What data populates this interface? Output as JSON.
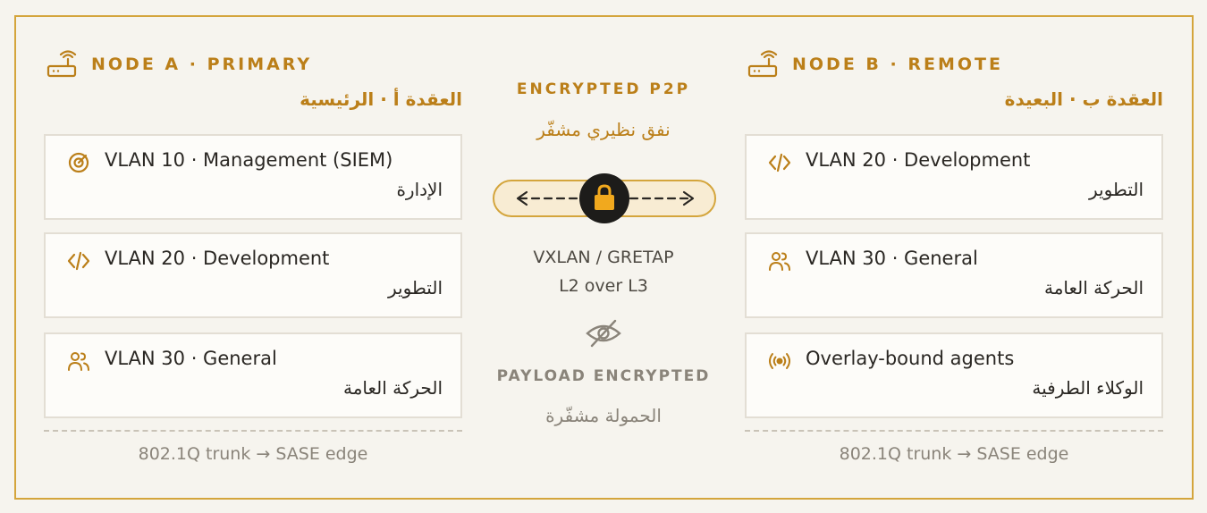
{
  "node_a": {
    "title": "NODE A · PRIMARY",
    "title_ar": "العقدة أ · الرئيسية",
    "icon": "router-icon",
    "vlans": [
      {
        "icon": "target-icon",
        "title": "VLAN 10 · Management (SIEM)",
        "ar": "الإدارة"
      },
      {
        "icon": "code-icon",
        "title": "VLAN 20 · Development",
        "ar": "التطوير"
      },
      {
        "icon": "users-icon",
        "title": "VLAN 30 · General",
        "ar": "الحركة العامة"
      }
    ],
    "footer": "802.1Q trunk → SASE edge"
  },
  "node_b": {
    "title": "NODE B · REMOTE",
    "title_ar": "العقدة ب · البعيدة",
    "icon": "router-icon",
    "vlans": [
      {
        "icon": "code-icon",
        "title": "VLAN 20 · Development",
        "ar": "التطوير"
      },
      {
        "icon": "users-icon",
        "title": "VLAN 30 · General",
        "ar": "الحركة العامة"
      },
      {
        "icon": "broadcast-icon",
        "title": "Overlay-bound agents",
        "ar": "الوكلاء الطرفية"
      }
    ],
    "footer": "802.1Q trunk → SASE edge"
  },
  "tunnel": {
    "title": "ENCRYPTED P2P",
    "title_ar": "نفق نظيري مشفّر",
    "icon": "lock-icon",
    "protocol_line1": "VXLAN / GRETAP",
    "protocol_line2": "L2 over L3",
    "payload_icon": "eye-off-icon",
    "payload": "PAYLOAD ENCRYPTED",
    "payload_ar": "الحمولة مشفّرة"
  },
  "colors": {
    "accent": "#bb7f19",
    "frame": "#d4a53c",
    "pill_fill": "#f8ecd3",
    "lock_bg": "#1d1c1a",
    "lock": "#f1a91e",
    "muted": "#8a847a",
    "card_border": "#e3ded4"
  }
}
